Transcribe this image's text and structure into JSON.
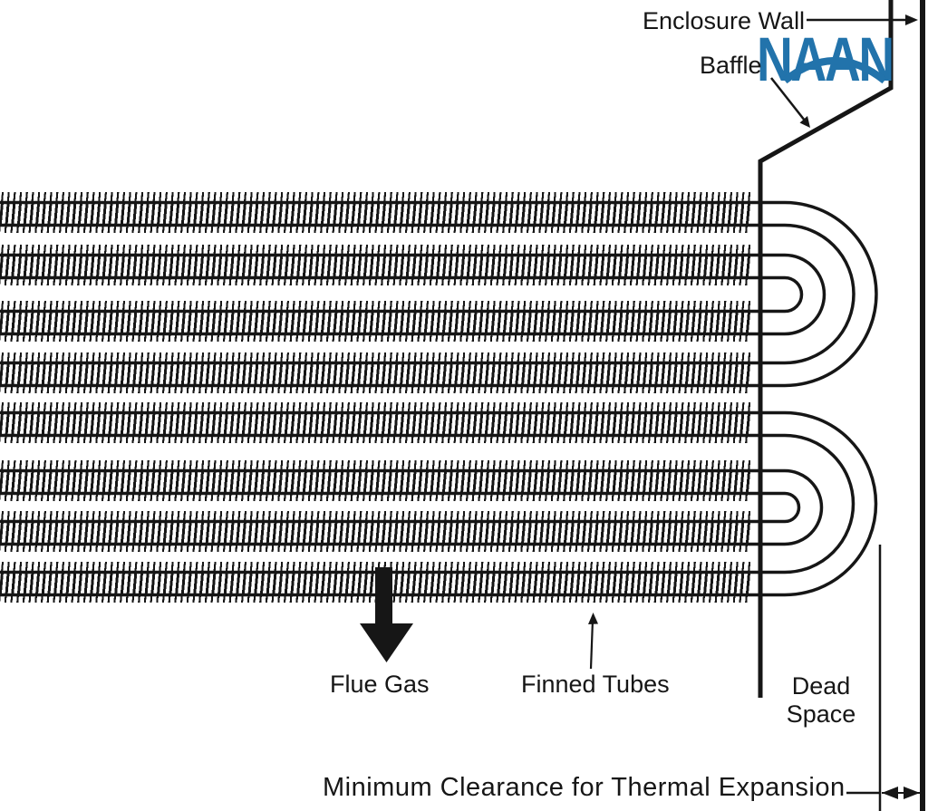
{
  "diagram": {
    "title_hint": "Finned tube bank inside boiler enclosure",
    "labels": {
      "enclosure_wall": "Enclosure Wall",
      "baffle": "Baffle",
      "flue_gas": "Flue Gas",
      "finned_tubes": "Finned Tubes",
      "dead_space": "Dead Space",
      "minimum_clearance": "Minimum Clearance for Thermal Expansion"
    },
    "logo": {
      "text": "NAAN",
      "color": "#2273ab"
    },
    "colors": {
      "ink": "#161616",
      "background": "#ffffff",
      "logo_blue": "#2273ab"
    },
    "structure": {
      "tube_rows": 8,
      "tubes_per_row": 2,
      "return_bend_groups": 2,
      "bends_per_group": 4
    }
  }
}
